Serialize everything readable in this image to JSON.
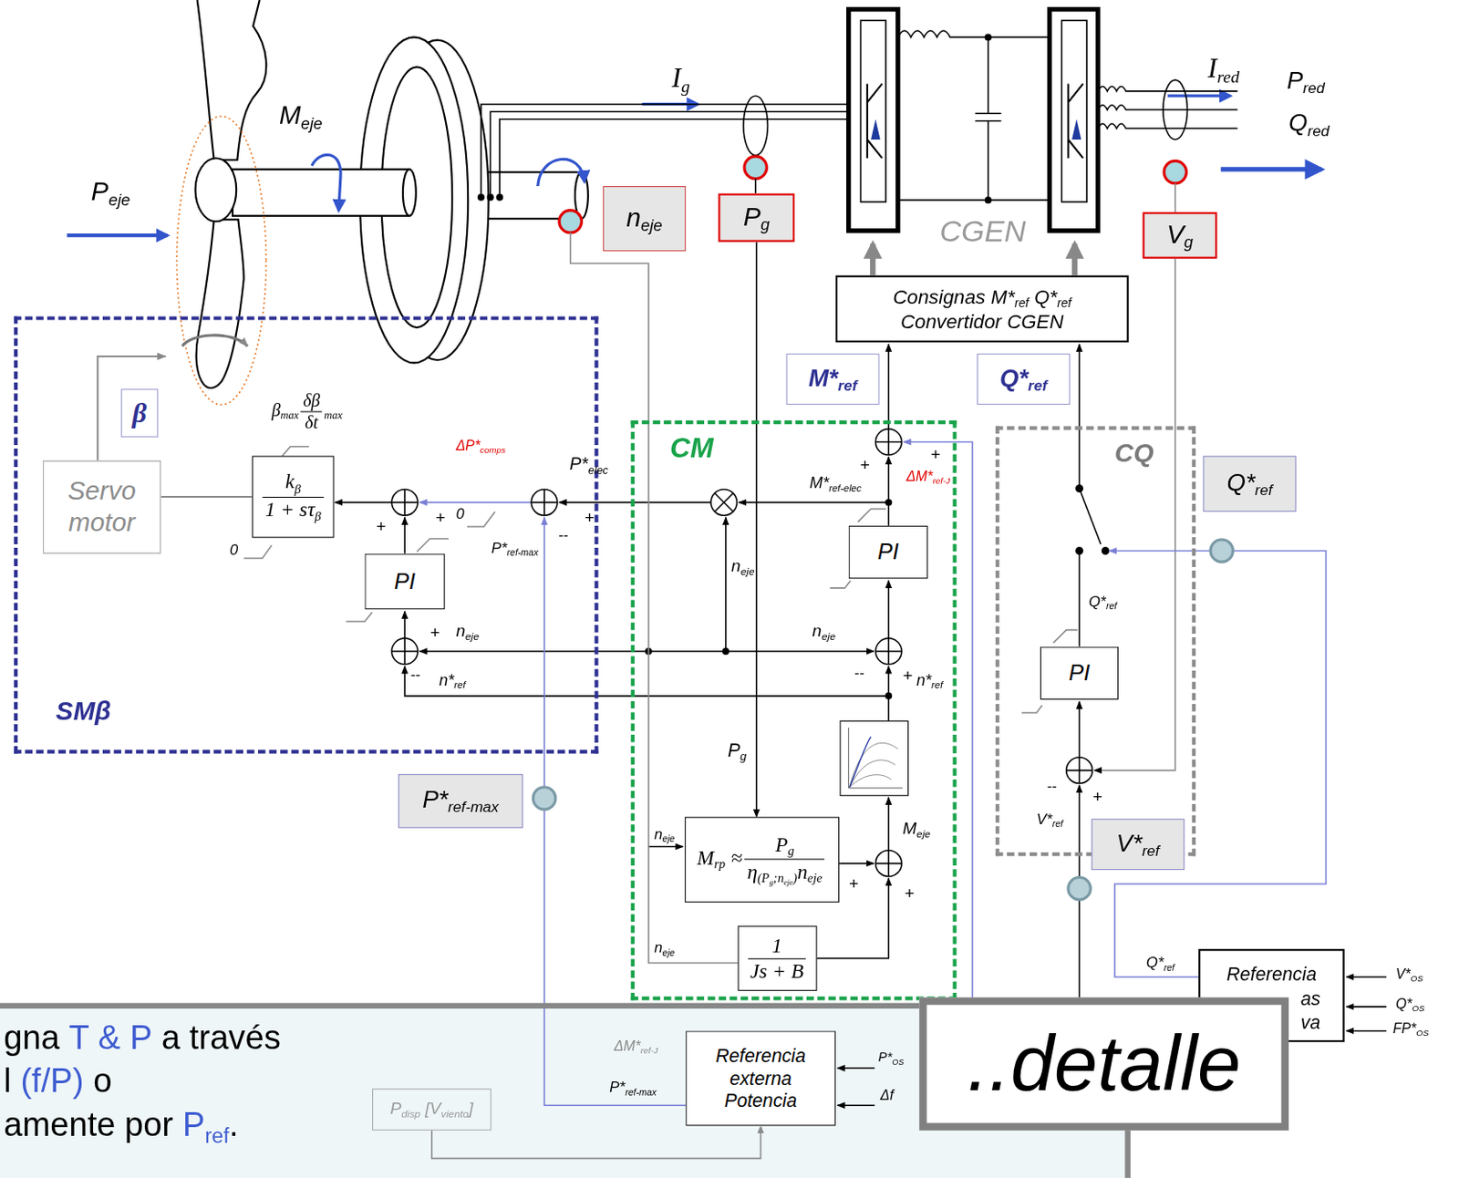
{
  "diagram": {
    "nodes": [
      {
        "text": [
          "n",
          "eje"
        ]
      },
      {
        "text": [
          "P",
          "g"
        ]
      },
      {
        "text": [
          "V",
          "g"
        ]
      },
      {
        "text": [
          "Consignas",
          "M*",
          "ref",
          "Q*",
          "ref",
          "Convertidor CGEN"
        ]
      },
      {
        "text": [
          "M*",
          "ref"
        ]
      },
      {
        "text": [
          "Q*",
          "ref"
        ]
      },
      {
        "text": [
          "SMβ"
        ]
      },
      {
        "text": [
          "β"
        ],
        "in": 6
      },
      {
        "text": [
          "Servo motor"
        ],
        "in": 6
      },
      {
        "text": [
          "k",
          "β",
          "1 + sτ",
          "β"
        ],
        "in": 6
      },
      {
        "text": [
          "PI"
        ],
        "in": 6
      },
      {
        "text": [
          "CM"
        ]
      },
      {
        "text": [
          "PI"
        ],
        "in": 11
      },
      {
        "text": [
          "M",
          "rp",
          "≈",
          "P",
          "g",
          "η",
          "(P",
          "g",
          ";n",
          "eje",
          ")",
          "n",
          "eje"
        ],
        "in": 11
      },
      {
        "text": [
          "1",
          "Js + B"
        ],
        "in": 11
      },
      {
        "text": [
          "CQ"
        ]
      },
      {
        "text": [
          "PI"
        ],
        "in": 15
      },
      {
        "text": [
          "Q*",
          "ref"
        ]
      },
      {
        "text": [
          "P*",
          "ref-max"
        ]
      },
      {
        "text": [
          "V*",
          "ref"
        ]
      },
      {
        "text": [
          "gna",
          "T & P",
          "a través",
          "l",
          "(f/P)",
          "o",
          "amente por",
          "P",
          "ref",
          "."
        ]
      },
      {
        "text": [
          "Referencia",
          "as",
          "va"
        ]
      },
      {
        "text": [
          "Referencia externa Potencia"
        ],
        "in": 20
      },
      {
        "text": [
          "P",
          "disp",
          "[V",
          "viento",
          "]"
        ],
        "in": 20
      },
      {
        "text": [
          "..detalle"
        ]
      }
    ],
    "edges": [
      {
        "from": 9,
        "to": 8,
        "arrow": "none"
      },
      {
        "from": 1,
        "to": 13,
        "arrow": "to"
      },
      {
        "from": 23,
        "to": 22,
        "arrow": "to"
      }
    ],
    "labels": [
      "P",
      "eje",
      "M",
      "eje",
      "I",
      "g",
      "I",
      "red",
      "P",
      "red",
      "Q",
      "red",
      "CGEN",
      "β",
      "max",
      "δβ",
      "δt",
      "max",
      "ΔP*",
      "comps",
      "P*",
      "elec",
      "+",
      "0",
      "+",
      "--",
      "P*",
      "ref-max",
      "+",
      "0",
      "+",
      "n",
      "eje",
      "--",
      "n*",
      "ref",
      "n",
      "eje",
      "n",
      "eje",
      "--",
      "+",
      "n*",
      "ref",
      "M*",
      "ref-elec",
      "+",
      "ΔM*",
      "ref-J",
      "+",
      "P",
      "g",
      "M",
      "eje",
      "+",
      "+",
      "n",
      "eje",
      "n",
      "eje",
      "Q*",
      "ref",
      "--",
      "+",
      "V*",
      "ref",
      "Q*",
      "ref",
      "V*",
      "OS",
      "Q*",
      "OS",
      "FP*",
      "OS",
      "ΔM*",
      "ref-J",
      "P*",
      "ref-max",
      "P*",
      "OS",
      "Δf"
    ]
  }
}
